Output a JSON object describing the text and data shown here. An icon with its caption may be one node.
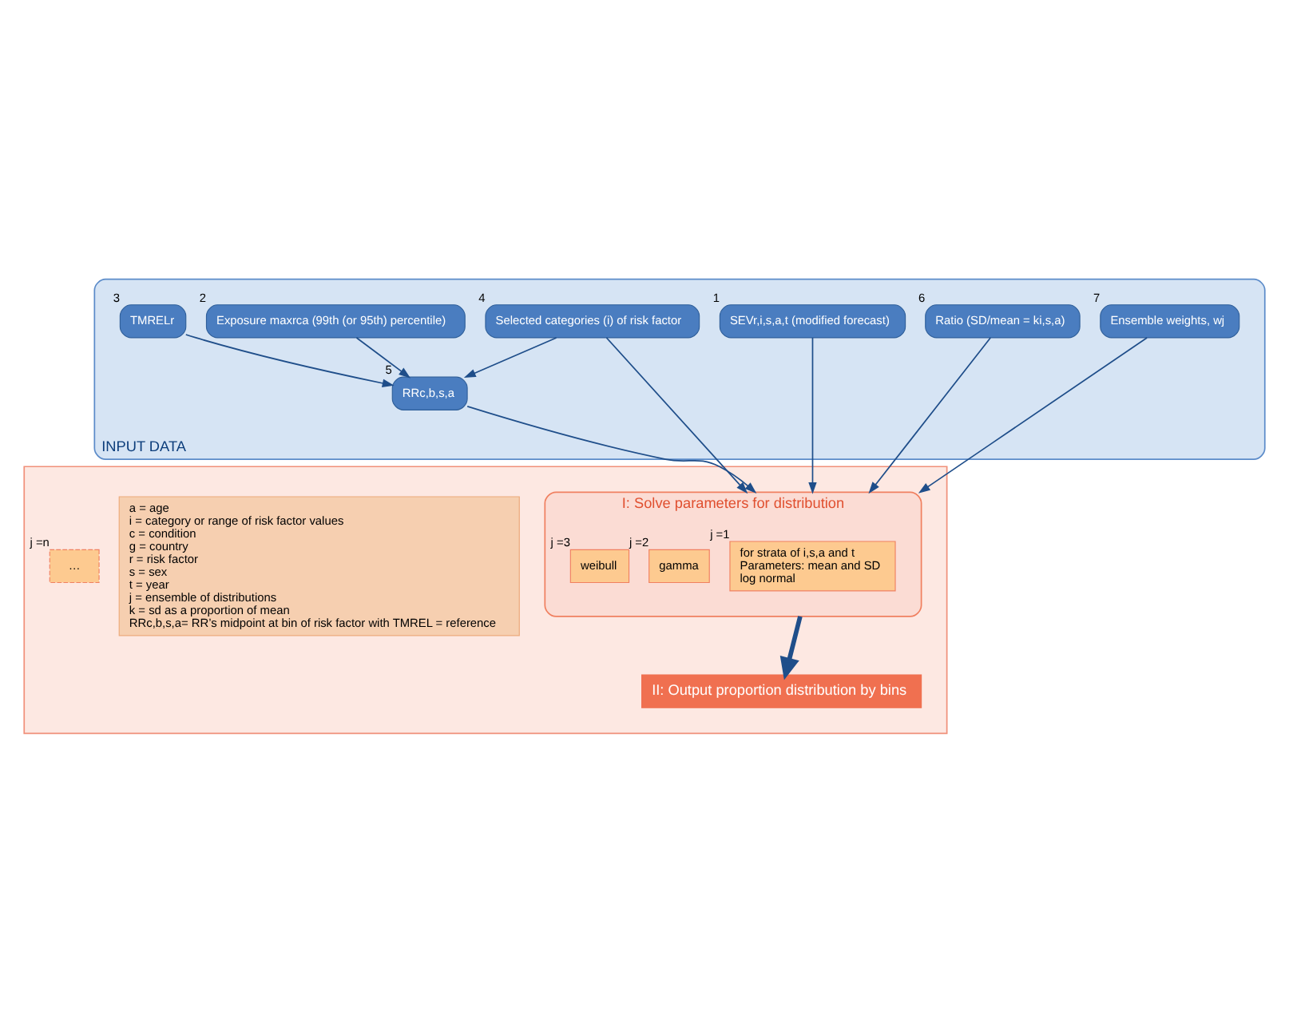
{
  "diagram": {
    "nodes": [
      {
        "text": [
          "INPUT DATA"
        ]
      },
      {
        "text": [
          "SEVr,i,s,a,t (modified forecast)"
        ],
        "in": 0,
        "beside": [
          "1"
        ]
      },
      {
        "text": [
          "Exposure maxrca (99th (or 95th) percentile)"
        ],
        "in": 0,
        "beside": [
          "2"
        ]
      },
      {
        "text": [
          "TMRELr"
        ],
        "in": 0,
        "beside": [
          "3"
        ]
      },
      {
        "text": [
          "Selected categories (i) of risk factor"
        ],
        "in": 0,
        "beside": [
          "4"
        ]
      },
      {
        "text": [
          "Ratio (SD/mean = ki,s,a)"
        ],
        "in": 0,
        "beside": [
          "6"
        ]
      },
      {
        "text": [
          "Ensemble weights, wj"
        ],
        "in": 0,
        "beside": [
          "7"
        ]
      },
      {
        "text": [
          "RRc,b,s,a"
        ],
        "in": 0,
        "beside": [
          "5"
        ]
      },
      {
        "text": [],
        "shape": "box"
      },
      {
        "text": [
          "a = age",
          "i = category or range of risk factor values",
          "c = condition",
          "g = country",
          "r = risk factor",
          "s = sex",
          "t = year",
          "j = ensemble of distributions",
          "k = sd as a proportion of mean",
          "RRc,b,s,a= RR’s midpoint at bin of risk factor with TMREL = reference"
        ],
        "in": 8
      },
      {
        "text": [
          "I: Solve parameters for distribution"
        ],
        "in": 8
      },
      {
        "text": [
          "for strata of i,s,a and t",
          "Parameters: mean and SD",
          "log normal"
        ],
        "in": 10,
        "beside": [
          "j =1"
        ]
      },
      {
        "text": [
          "gamma"
        ],
        "in": 10,
        "beside": [
          "j =2"
        ]
      },
      {
        "text": [
          "weibull"
        ],
        "in": 10,
        "beside": [
          "j =3"
        ]
      },
      {
        "text": [
          "…"
        ],
        "in": 8,
        "beside": [
          "j =n"
        ]
      },
      {
        "text": [
          "II: Output proportion distribution by bins"
        ],
        "in": 8
      }
    ],
    "edges": [
      {
        "from": 1,
        "to": 10,
        "arrow": "to"
      },
      {
        "from": 2,
        "to": 7,
        "arrow": "to"
      },
      {
        "from": 3,
        "to": 7,
        "arrow": "to"
      },
      {
        "from": 4,
        "to": 7,
        "arrow": "to"
      },
      {
        "from": 4,
        "to": 10,
        "arrow": "to"
      },
      {
        "from": 7,
        "to": 10,
        "arrow": "to"
      },
      {
        "from": 5,
        "to": 10,
        "arrow": "to"
      },
      {
        "from": 6,
        "to": 10,
        "arrow": "to"
      },
      {
        "from": 10,
        "to": 15,
        "arrow": "to",
        "style": "thick"
      }
    ]
  }
}
